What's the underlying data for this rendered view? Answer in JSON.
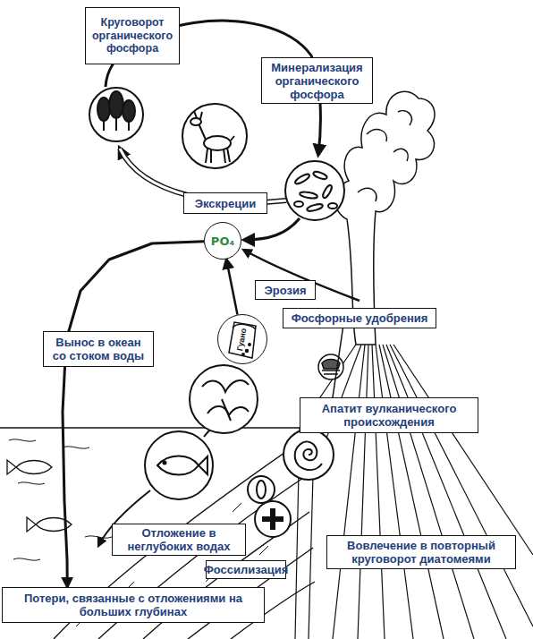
{
  "diagram": {
    "nodes": [
      {
        "text": [
          "Круговорот органического фосфора"
        ]
      },
      {
        "text": [
          "Минерализация органического фосфора"
        ]
      },
      {
        "text": [
          "Экскреции"
        ]
      },
      {
        "text": [
          "PO₄"
        ]
      },
      {
        "text": [
          "Эрозия"
        ]
      },
      {
        "text": [
          "Фосфорные удобрения"
        ]
      },
      {
        "text": [
          "Вынос в океан со стоком воды"
        ]
      },
      {
        "text": [
          "Гуано"
        ]
      },
      {
        "text": [
          "Апатит вулканического происхождения"
        ]
      },
      {
        "text": [
          "Отложение в неглубоких водах"
        ]
      },
      {
        "text": [
          "Вовлечение в повторный круговорот диатомеями"
        ]
      },
      {
        "text": [
          "Фоссилизация"
        ]
      },
      {
        "text": [
          "Потери, связанные с отложениями на больших глубинах"
        ]
      }
    ],
    "edges": [
      {
        "from": 7,
        "to": 3,
        "arrow": "to"
      },
      {
        "from": 3,
        "to": 12,
        "arrow": "to"
      },
      {
        "from": 8,
        "to": 5,
        "arrow": "none"
      }
    ]
  }
}
